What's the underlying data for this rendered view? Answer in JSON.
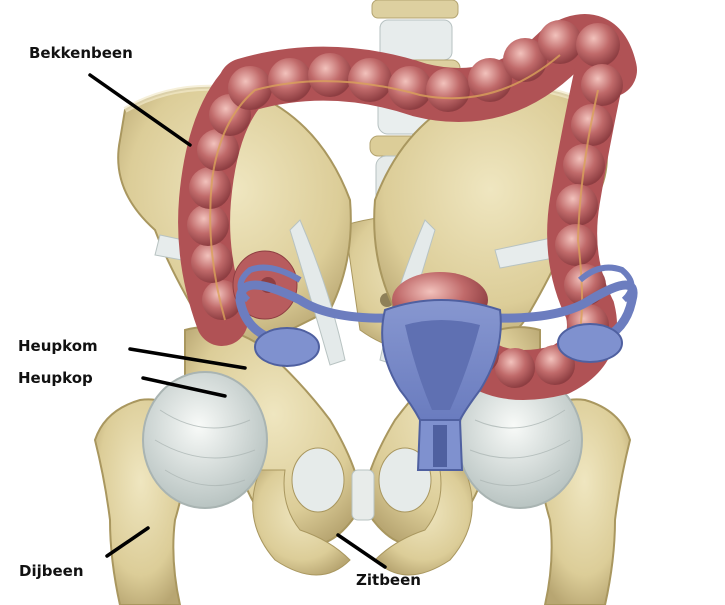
{
  "labels": {
    "bekkenbeen": "Bekkenbeen",
    "heupkom": "Heupkom",
    "heupkop": "Heupkop",
    "dijbeen": "Dijbeen",
    "zitbeen": "Zitbeen"
  },
  "colors": {
    "bone": "#e2d6a6",
    "bone_shadow": "#b9a977",
    "cartilage": "#e8ecea",
    "colon": "#b8585a",
    "colon_light": "#e8a4a0",
    "uterus": "#7d8ec8",
    "uterus_dark": "#5868a4",
    "pointer": "#000000"
  }
}
